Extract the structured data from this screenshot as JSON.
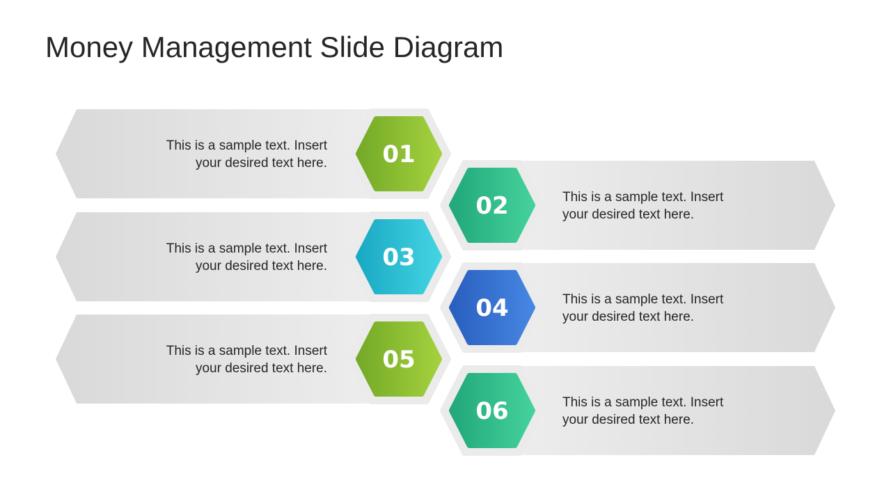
{
  "slide": {
    "title": "Money Management Slide Diagram"
  },
  "items": [
    {
      "number": "01",
      "line1": "This is a sample text. Insert",
      "line2": "your desired text here.",
      "side": "left",
      "color_from": "#74aa27",
      "color_to": "#a3d13e"
    },
    {
      "number": "02",
      "line1": "This is a sample text. Insert",
      "line2": "your desired text here.",
      "side": "right",
      "color_from": "#22a87b",
      "color_to": "#44d19b"
    },
    {
      "number": "03",
      "line1": "This is a sample text. Insert",
      "line2": "your desired text here.",
      "side": "left",
      "color_from": "#1aa9c4",
      "color_to": "#43d4e2"
    },
    {
      "number": "04",
      "line1": "This is a sample text. Insert",
      "line2": "your desired text here.",
      "side": "right",
      "color_from": "#2a5fbf",
      "color_to": "#4686e2"
    },
    {
      "number": "05",
      "line1": "This is a sample text. Insert",
      "line2": "your desired text here.",
      "side": "left",
      "color_from": "#74aa27",
      "color_to": "#a3d13e"
    },
    {
      "number": "06",
      "line1": "This is a sample text. Insert",
      "line2": "your desired text here.",
      "side": "right",
      "color_from": "#22a87b",
      "color_to": "#44d19b"
    }
  ],
  "colors": {
    "banner_light": "#f2f2f2",
    "banner_dark": "#d9d9d9",
    "hex_ring": "#ebebeb",
    "text": "#262626"
  }
}
